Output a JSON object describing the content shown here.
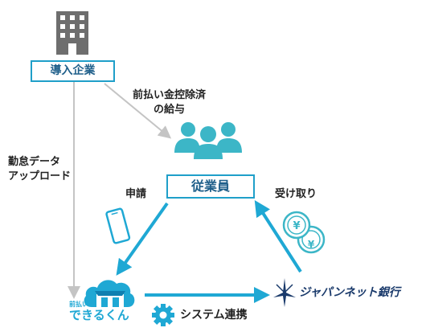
{
  "nodes": {
    "company": "導入企業",
    "employee": "従業員",
    "app_brand_small": "前払い",
    "app_brand": "できるくん",
    "bank": "ジャパンネット銀行"
  },
  "labels": {
    "salary_line1": "前払い金控除済",
    "salary_line2": "の給与",
    "attendance_line1": "勤怠データ",
    "attendance_line2": "アップロード",
    "apply": "申請",
    "receive": "受け取り",
    "system_link": "システム連携"
  },
  "coin_symbol": "¥",
  "colors": {
    "accent": "#1fa8d4",
    "gray_arrow": "#c4c4c4",
    "people": "#3cb6c7",
    "building": "#6e6e6e",
    "box_border": "#1f9fc9",
    "bank_text": "#1a3a6b"
  },
  "icons": [
    "building-icon",
    "people-icon",
    "smartphone-icon",
    "coins-icon",
    "cloud-shop-icon",
    "gear-icon",
    "bank-logo-icon"
  ]
}
